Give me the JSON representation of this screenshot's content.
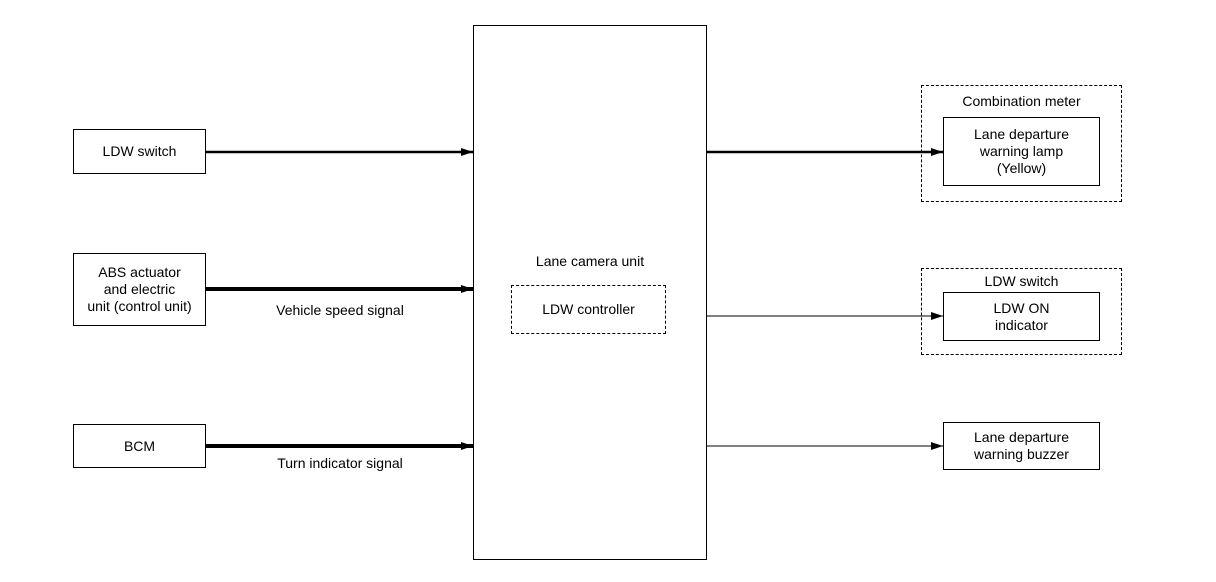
{
  "inputs": {
    "ldw_switch": "LDW switch",
    "abs_unit": "ABS actuator\nand electric\nunit (control unit)",
    "bcm": "BCM"
  },
  "signals": {
    "vehicle_speed": "Vehicle speed signal",
    "turn_indicator": "Turn indicator signal"
  },
  "center": {
    "title": "Lane camera unit",
    "sub_block": "LDW controller"
  },
  "outputs": {
    "combination_meter": {
      "title": "Combination meter",
      "item": "Lane departure\nwarning lamp\n(Yellow)"
    },
    "ldw_switch_group": {
      "title": "LDW switch",
      "item": "LDW ON\nindicator"
    },
    "buzzer": "Lane departure\nwarning buzzer"
  }
}
